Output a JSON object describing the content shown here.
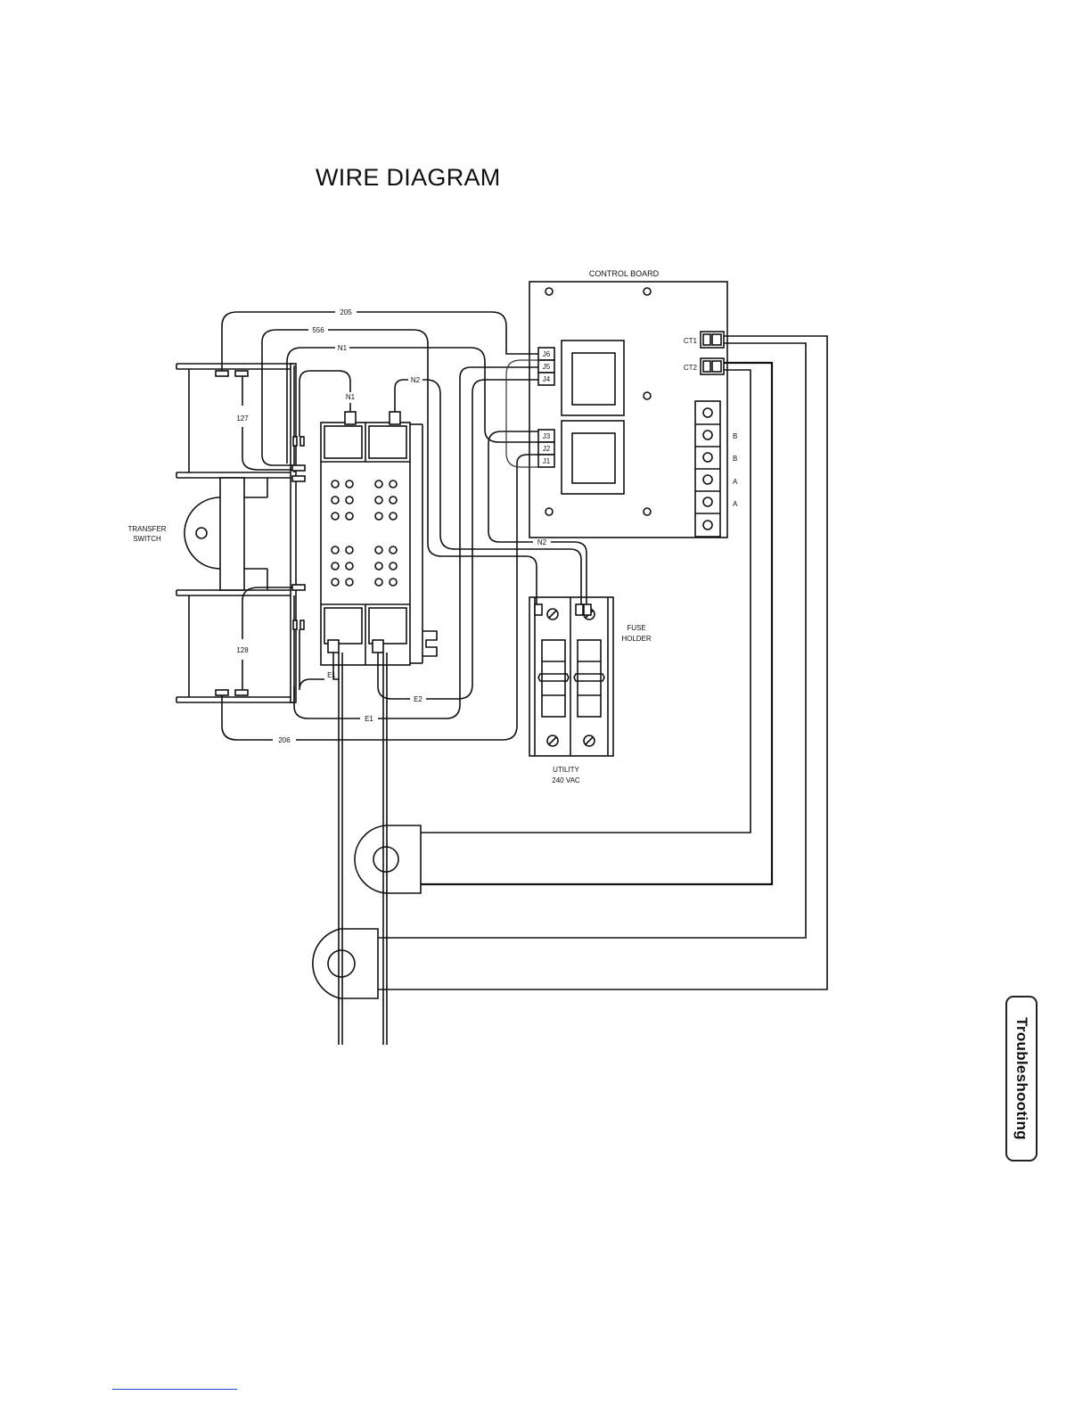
{
  "page": {
    "title": "WIRE DIAGRAM",
    "side_tab": "Troubleshooting"
  },
  "diagram": {
    "control_board": {
      "label": "CONTROL BOARD",
      "connectors": [
        "J6",
        "J5",
        "J4",
        "J3",
        "J2",
        "J1"
      ],
      "ct_labels": [
        "CT1",
        "CT2"
      ],
      "terminal_labels": [
        "B",
        "B",
        "A",
        "A"
      ]
    },
    "transfer_switch": {
      "label_line1": "TRANSFER",
      "label_line2": "SWITCH",
      "coil_labels": [
        "127",
        "128"
      ]
    },
    "fuse_holder": {
      "label_line1": "FUSE",
      "label_line2": "HOLDER"
    },
    "utility": {
      "label_line1": "UTILITY",
      "label_line2": "240 VAC"
    },
    "wire_labels": {
      "w205": "205",
      "w556": "556",
      "n1_top": "N1",
      "n1_contact": "N1",
      "n2_top": "N2",
      "n2_bottom": "N2",
      "e1_top": "E1",
      "e1_bottom": "E1",
      "e2": "E2",
      "w206": "206"
    }
  }
}
